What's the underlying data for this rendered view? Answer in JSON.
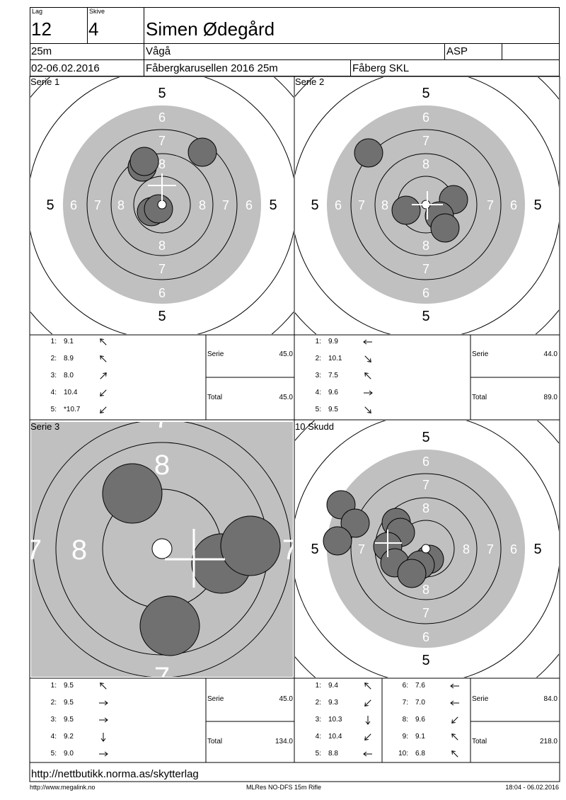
{
  "header": {
    "lag_label": "Lag",
    "lag_value": "12",
    "skive_label": "Skive",
    "skive_value": "4",
    "shooter_name": "Simen Ødegård",
    "distance": "25m",
    "club": "Vågå",
    "class": "ASP",
    "class_extra": "",
    "date": "02-06.02.2016",
    "event": "Fåbergkarusellen 2016 25m",
    "organizer": "Fåberg SKL"
  },
  "targets": [
    {
      "title": "Serie 1",
      "labels": {
        "top_ring": "5"
      }
    },
    {
      "title": "Serie 2"
    },
    {
      "title": "Serie 3"
    },
    {
      "title": "10 Skudd"
    }
  ],
  "ring_labels": {
    "five": "5",
    "six": "6",
    "seven": "7",
    "eight": "8"
  },
  "serie_label": "Serie",
  "total_label": "Total",
  "series": [
    {
      "shots": [
        {
          "n": "1:",
          "v": "9.1",
          "dir": "up-left"
        },
        {
          "n": "2:",
          "v": "8.9",
          "dir": "up-left"
        },
        {
          "n": "3:",
          "v": "8.0",
          "dir": "up-right"
        },
        {
          "n": "4:",
          "v": "10.4",
          "dir": "down-left"
        },
        {
          "n": "5:",
          "v": "*10.7",
          "dir": "down-left"
        }
      ],
      "serie": "45.0",
      "total": "45.0"
    },
    {
      "shots": [
        {
          "n": "1:",
          "v": "9.9",
          "dir": "left"
        },
        {
          "n": "2:",
          "v": "10.1",
          "dir": "down-right"
        },
        {
          "n": "3:",
          "v": "7.5",
          "dir": "up-left"
        },
        {
          "n": "4:",
          "v": "9.6",
          "dir": "right"
        },
        {
          "n": "5:",
          "v": "9.5",
          "dir": "down-right"
        }
      ],
      "serie": "44.0",
      "total": "89.0"
    },
    {
      "shots": [
        {
          "n": "1:",
          "v": "9.5",
          "dir": "up-left"
        },
        {
          "n": "2:",
          "v": "9.5",
          "dir": "right"
        },
        {
          "n": "3:",
          "v": "9.5",
          "dir": "right"
        },
        {
          "n": "4:",
          "v": "9.2",
          "dir": "down"
        },
        {
          "n": "5:",
          "v": "9.0",
          "dir": "right"
        }
      ],
      "serie": "45.0",
      "total": "134.0"
    },
    {
      "shots": [
        {
          "n": "1:",
          "v": "9.4",
          "dir": "up-left"
        },
        {
          "n": "2:",
          "v": "9.3",
          "dir": "down-left"
        },
        {
          "n": "3:",
          "v": "10.3",
          "dir": "down"
        },
        {
          "n": "4:",
          "v": "10.4",
          "dir": "down-left"
        },
        {
          "n": "5:",
          "v": "8.8",
          "dir": "left"
        }
      ],
      "shots2": [
        {
          "n": "6:",
          "v": "7.6",
          "dir": "left"
        },
        {
          "n": "7:",
          "v": "7.0",
          "dir": "left"
        },
        {
          "n": "8:",
          "v": "9.6",
          "dir": "down-left"
        },
        {
          "n": "9:",
          "v": "9.1",
          "dir": "up-left"
        },
        {
          "n": "10:",
          "v": "6.8",
          "dir": "up-left"
        }
      ],
      "serie": "84.0",
      "total": "218.0"
    }
  ],
  "footer": {
    "url": "http://nettbutikk.norma.as/skytterlag",
    "left": "http://www.megalink.no",
    "center": "MLRes NO-DFS 15m Rifle",
    "right": "18:04 - 06.02.2016"
  },
  "colors": {
    "ring_gray": "#c0c0c0",
    "shot_fill": "#707070",
    "bull_white": "#ffffff"
  }
}
